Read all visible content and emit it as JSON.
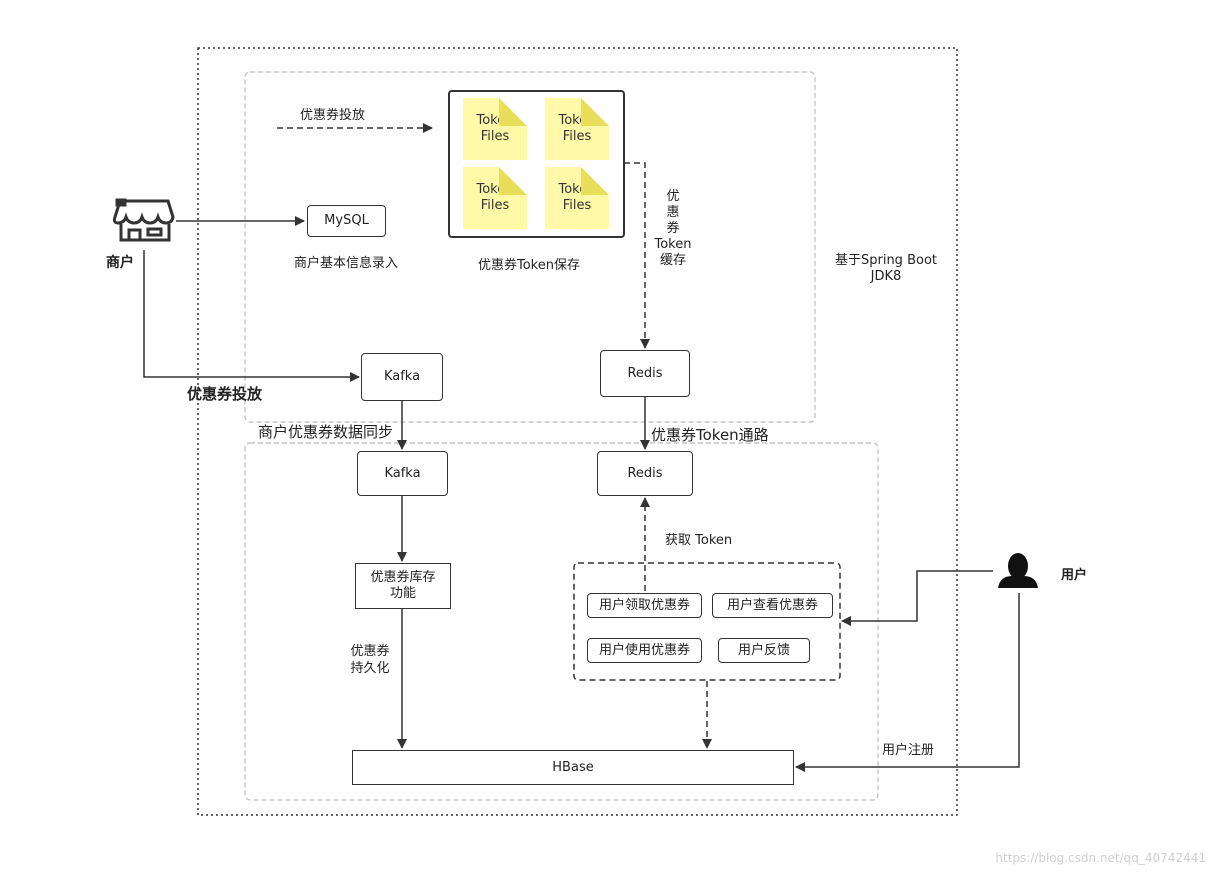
{
  "labels": {
    "coupon_issue_top": "优惠券投放",
    "merchant_info": "商户基本信息录入",
    "token_save": "优惠券Token保存",
    "token_cache": "优\n惠\n券\nToken\n缓存",
    "spring_boot": "基于Spring Boot\nJDK8",
    "merchant": "商户",
    "coupon_issue": "优惠券投放",
    "merchant_sync": "商户优惠券数据同步",
    "token_path": "优惠券Token通路",
    "get_token": "获取 Token",
    "user": "用户",
    "persist": "优惠券\n持久化",
    "user_register": "用户注册",
    "watermark": "https://blog.csdn.net/qq_40742441"
  },
  "nodes": {
    "mysql": "MySQL",
    "kafka_top": "Kafka",
    "redis_top": "Redis",
    "kafka_bottom": "Kafka",
    "redis_bottom": "Redis",
    "inventory": "优惠券库存\n功能",
    "hbase": "HBase",
    "token_files": [
      "Token\nFiles",
      "Token\nFiles",
      "Token\nFiles",
      "Token\nFiles"
    ],
    "user_actions": [
      "用户领取优惠券",
      "用户查看优惠券",
      "用户使用优惠券",
      "用户反馈"
    ]
  },
  "icons": {
    "merchant": "shop-icon",
    "user": "person-icon"
  },
  "colors": {
    "token_fill": "#fff9a8",
    "line": "#333333",
    "container_border": "#bbbbbb"
  }
}
